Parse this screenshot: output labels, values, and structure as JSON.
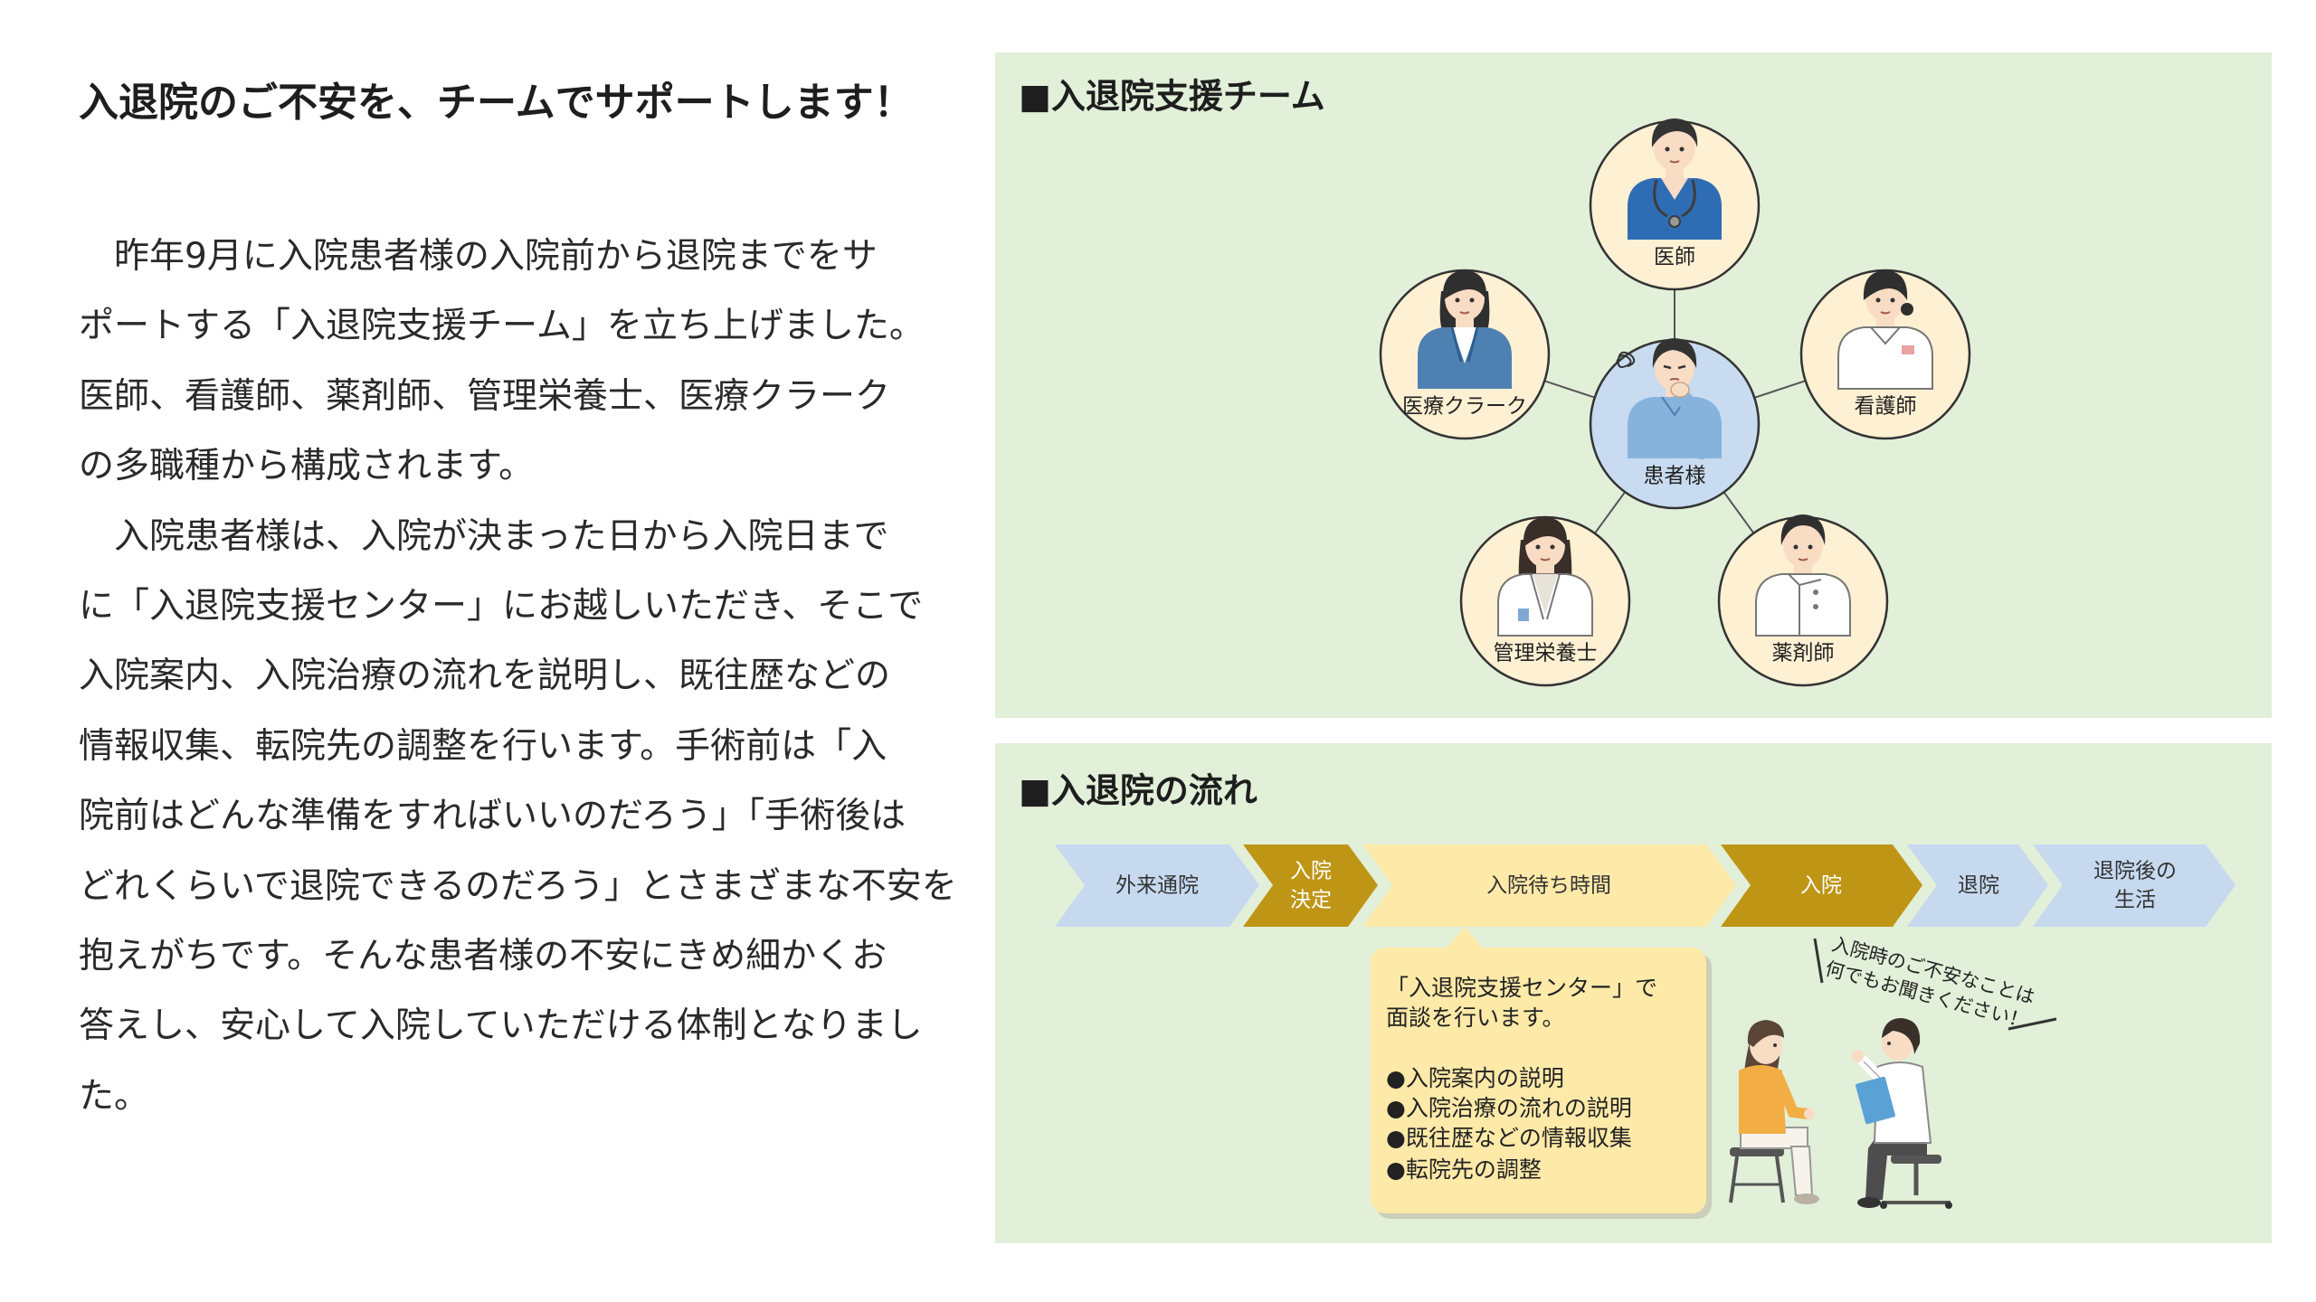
{
  "article": {
    "title": "入退院のご不安を、チームでサポートします！",
    "body_lines": [
      "　昨年9月に入院患者様の入院前から退院までをサ",
      "ポートする「入退院支援チーム」を立ち上げました。",
      "医師、看護師、薬剤師、管理栄養士、医療クラーク",
      "の多職種から構成されます。",
      "　入院患者様は、入院が決まった日から入院日まで",
      "に「入退院支援センター」にお越しいただき、そこで",
      "入院案内、入院治療の流れを説明し、既往歴などの",
      "情報収集、転院先の調整を行います。手術前は「入",
      "院前はどんな準備をすればいいのだろう」「手術後は",
      "どれくらいで退院できるのだろう」とさまざまな不安を",
      "抱えがちです。そんな患者様の不安にきめ細かくお",
      "答えし、安心して入院していただける体制となりまし",
      "た。"
    ]
  },
  "team_panel": {
    "heading": "■入退院支援チーム",
    "members": {
      "doctor": "医師",
      "clerk": "医療クラーク",
      "nurse": "看護師",
      "patient": "患者様",
      "dietitian": "管理栄養士",
      "pharmacist": "薬剤師"
    }
  },
  "flow_panel": {
    "heading": "■入退院の流れ",
    "steps": [
      {
        "lines": [
          "外来通院"
        ],
        "tone": "blue"
      },
      {
        "lines": [
          "入院",
          "決定"
        ],
        "tone": "gold"
      },
      {
        "lines": [
          "入院待ち時間"
        ],
        "tone": "yellow"
      },
      {
        "lines": [
          "入院"
        ],
        "tone": "gold"
      },
      {
        "lines": [
          "退院"
        ],
        "tone": "blue"
      },
      {
        "lines": [
          "退院後の",
          "生活"
        ],
        "tone": "blue"
      }
    ],
    "callout": {
      "intro": [
        "「入退院支援センター」で",
        "面談を行います。"
      ],
      "items": [
        "●入院案内の説明",
        "●入院治療の流れの説明",
        "●既往歴などの情報収集",
        "●転院先の調整"
      ]
    },
    "speech": [
      "入院時のご不安なことは",
      "何でもお聞きください！"
    ]
  },
  "colors": {
    "panel_bg": "#e2efd9",
    "circle_fill": "#fdf0d3",
    "patient_circle_fill": "#c8dbf0",
    "step_blue": "#c6d9ef",
    "step_gold": "#bf9516",
    "step_yellow": "#fde9a8",
    "callout_fill": "#fde9a8",
    "text": "#222222"
  }
}
